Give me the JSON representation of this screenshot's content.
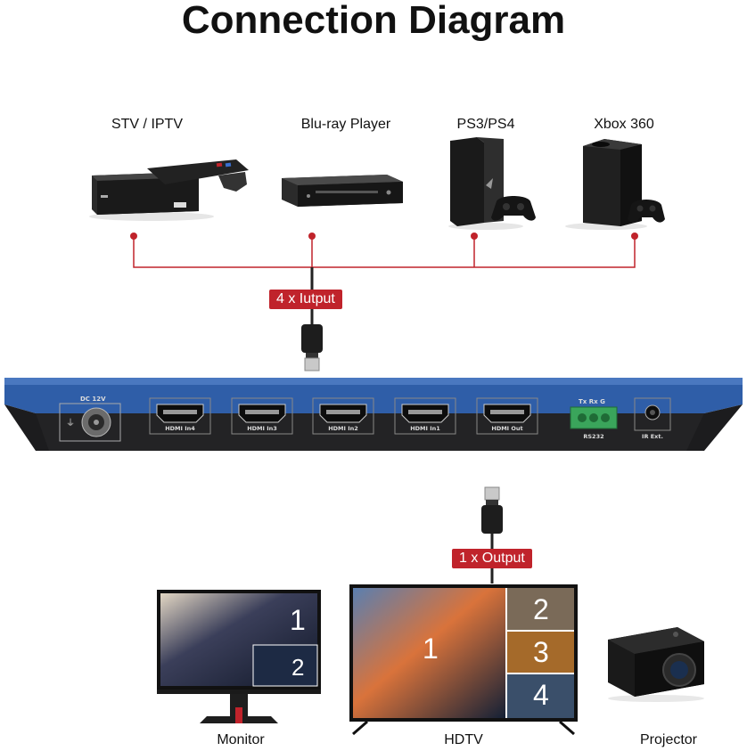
{
  "title": "Connection Diagram",
  "sources": [
    {
      "label": "STV / IPTV",
      "icon": "set-top-box-icon"
    },
    {
      "label": "Blu-ray Player",
      "icon": "bluray-player-icon"
    },
    {
      "label": "PS3/PS4",
      "icon": "ps4-console-icon"
    },
    {
      "label": "Xbox 360",
      "icon": "xbox-console-icon"
    }
  ],
  "input_tag": "4 x Iutput",
  "output_tag": "1 x Output",
  "device": {
    "power_label": "DC 12V",
    "ports": [
      "HDMI In4",
      "HDMI In3",
      "HDMI In2",
      "HDMI In1",
      "HDMI Out"
    ],
    "rs232_pins": "Tx Rx G",
    "rs232_label": "RS232",
    "ir_label": "IR Ext."
  },
  "monitor_screen_numbers": [
    "1",
    "2"
  ],
  "hdtv_screen_numbers": [
    "1",
    "2",
    "3",
    "4"
  ],
  "displays": [
    {
      "label": "Monitor",
      "icon": "monitor-icon"
    },
    {
      "label": "HDTV",
      "icon": "hdtv-icon"
    },
    {
      "label": "Projector",
      "icon": "projector-icon"
    }
  ],
  "colors": {
    "accent": "#c0232b",
    "device_blue": "#2f5ea8",
    "device_body": "#1c1c1e"
  }
}
